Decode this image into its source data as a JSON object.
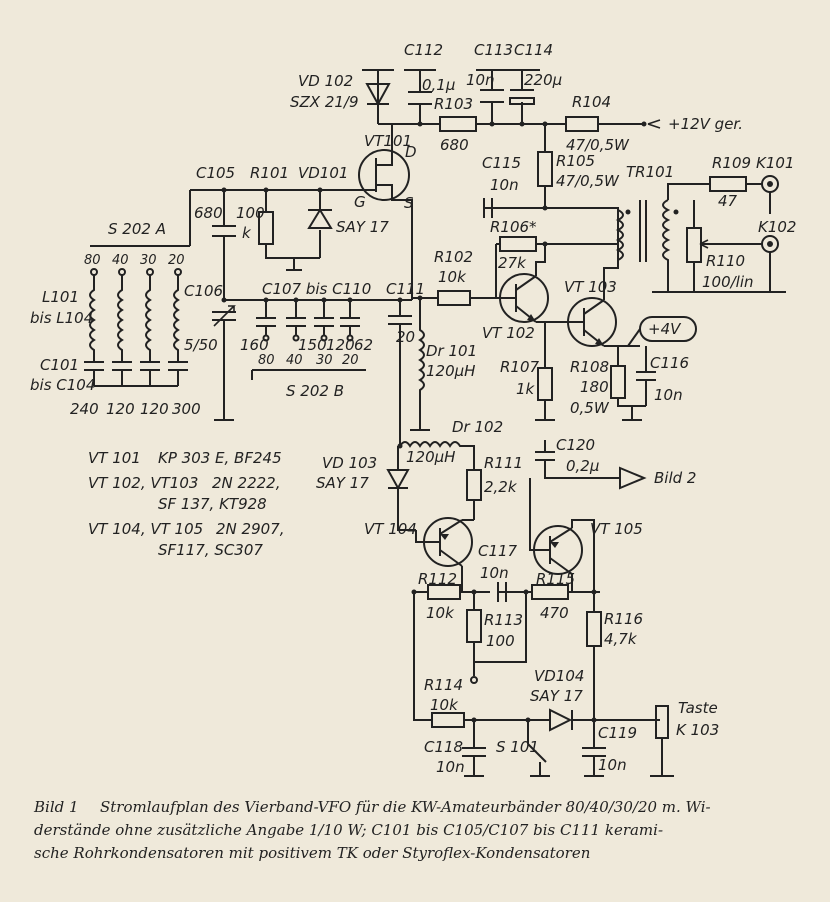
{
  "components": {
    "vd102": {
      "name": "VD 102",
      "type": "SZX 21/9"
    },
    "c112": {
      "name": "C112",
      "value": "0,1μ"
    },
    "c113": {
      "name": "C113",
      "value": "10n"
    },
    "c114": {
      "name": "C114",
      "value": "220μ"
    },
    "r103": {
      "name": "R103",
      "value": "680"
    },
    "r104": {
      "name": "R104",
      "value": "47/0,5W"
    },
    "supply": "+12V ger.",
    "vt101": {
      "name": "VT101",
      "g": "G",
      "d": "D",
      "s": "S"
    },
    "c105": {
      "name": "C105",
      "value": "680"
    },
    "r101": {
      "name": "R101",
      "value": "100",
      "unit": "k"
    },
    "vd101": {
      "name": "VD101",
      "type": "SAY 17"
    },
    "c115": {
      "name": "C115",
      "value": "10n"
    },
    "r105": {
      "name": "R105",
      "value": "47/0,5W"
    },
    "tr101": {
      "name": "TR101"
    },
    "r109": {
      "name": "R109",
      "value": "47"
    },
    "k101": {
      "name": "K101"
    },
    "k102": {
      "name": "K102"
    },
    "r106": {
      "name": "R106*",
      "value": "27k"
    },
    "r110": {
      "name": "R110",
      "value": "100/lin"
    },
    "s202a": {
      "name": "S 202 A",
      "positions": [
        "80",
        "40",
        "30",
        "20"
      ]
    },
    "l101": {
      "name": "L101",
      "range": "bis L104"
    },
    "c106": {
      "name": "C106",
      "value": "5/50"
    },
    "c107_110": {
      "name": "C107 bis C110",
      "values": [
        "160",
        "150",
        "120",
        "62"
      ]
    },
    "c111": {
      "name": "C111",
      "value": "20"
    },
    "r102": {
      "name": "R102",
      "value": "10k"
    },
    "vt102": {
      "name": "VT 102"
    },
    "vt103": {
      "name": "VT 103"
    },
    "plus4v": "+4V",
    "dr101": {
      "name": "Dr 101",
      "value": "120μH"
    },
    "r107": {
      "name": "R107",
      "value": "1k"
    },
    "r108": {
      "name": "R108",
      "value": "180",
      "power": "0,5W"
    },
    "c116": {
      "name": "C116",
      "value": "10n"
    },
    "c101": {
      "name": "C101",
      "range": "bis C104",
      "values": [
        "240",
        "120",
        "120",
        "300"
      ]
    },
    "s202b": {
      "name": "S 202 B",
      "positions": [
        "80",
        "40",
        "30",
        "20"
      ]
    },
    "dr102": {
      "name": "Dr 102",
      "value": "120μH"
    },
    "c120": {
      "name": "C120",
      "value": "0,2μ"
    },
    "bild2": "Bild 2",
    "vd103": {
      "name": "VD 103",
      "type": "SAY 17"
    },
    "r111": {
      "name": "R111",
      "value": "2,2k"
    },
    "vt104": {
      "name": "VT 104"
    },
    "vt105": {
      "name": "VT 105"
    },
    "c117": {
      "name": "C117",
      "value": "10n"
    },
    "r112": {
      "name": "R112",
      "value": "10k"
    },
    "r115": {
      "name": "R115",
      "value": "470"
    },
    "r113": {
      "name": "R113",
      "value": "100"
    },
    "r116": {
      "name": "R116",
      "value": "4,7k"
    },
    "r114": {
      "name": "R114",
      "value": "10k"
    },
    "vd104": {
      "name": "VD104",
      "type": "SAY 17"
    },
    "taste": {
      "name": "Taste",
      "ref": "K 103"
    },
    "c118": {
      "name": "C118",
      "value": "10n"
    },
    "s101": {
      "name": "S 101"
    },
    "c119": {
      "name": "C119",
      "value": "10n"
    }
  },
  "transistor_types": [
    {
      "names": "VT 101",
      "types": "KP 303 E,  BF245"
    },
    {
      "names": "VT 102, VT103",
      "types": "2N 2222,"
    },
    {
      "names": "",
      "types": "SF 137,  KT928"
    },
    {
      "names": "VT 104,  VT 105",
      "types": "2N 2907,"
    },
    {
      "names": "",
      "types": "SF117,  SC307"
    }
  ],
  "caption": {
    "number": "Bild 1",
    "lines": [
      "Stromlaufplan des Vierband-VFO für die KW-Amateurbänder 80/40/30/20 m. Wi-",
      "derstände ohne zusätzliche Angabe 1/10 W; C101 bis C105/C107 bis C111 kerami-",
      "sche Rohrkondensatoren mit positivem TK oder Styroflex-Kondensatoren"
    ]
  }
}
